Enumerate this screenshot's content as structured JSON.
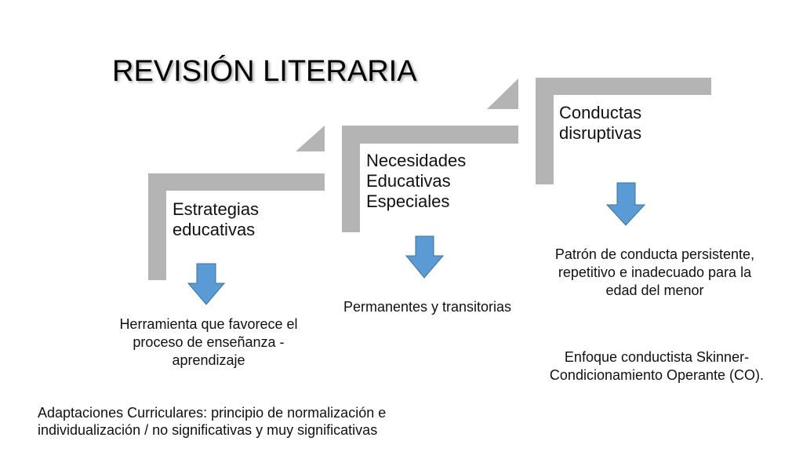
{
  "title": "REVISIÓN LITERARIA",
  "colors": {
    "bracket": "#b4b4b4",
    "arrow_fill": "#5b9bd5",
    "arrow_stroke": "#41719c"
  },
  "steps": [
    {
      "label": "Estrategias educativas",
      "description": "Herramienta que favorece el proceso de enseñanza - aprendizaje"
    },
    {
      "label": "Necesidades Educativas Especiales",
      "description": "Permanentes y transitorias"
    },
    {
      "label": "Conductas disruptivas",
      "description": "Patrón de conducta persistente, repetitivo e inadecuado para la edad del menor"
    }
  ],
  "extra_note": "Enfoque conductista Skinner-Condicionamiento Operante (CO).",
  "footer_note": "Adaptaciones Curriculares: principio de normalización e individualización / no significativas y muy significativas"
}
